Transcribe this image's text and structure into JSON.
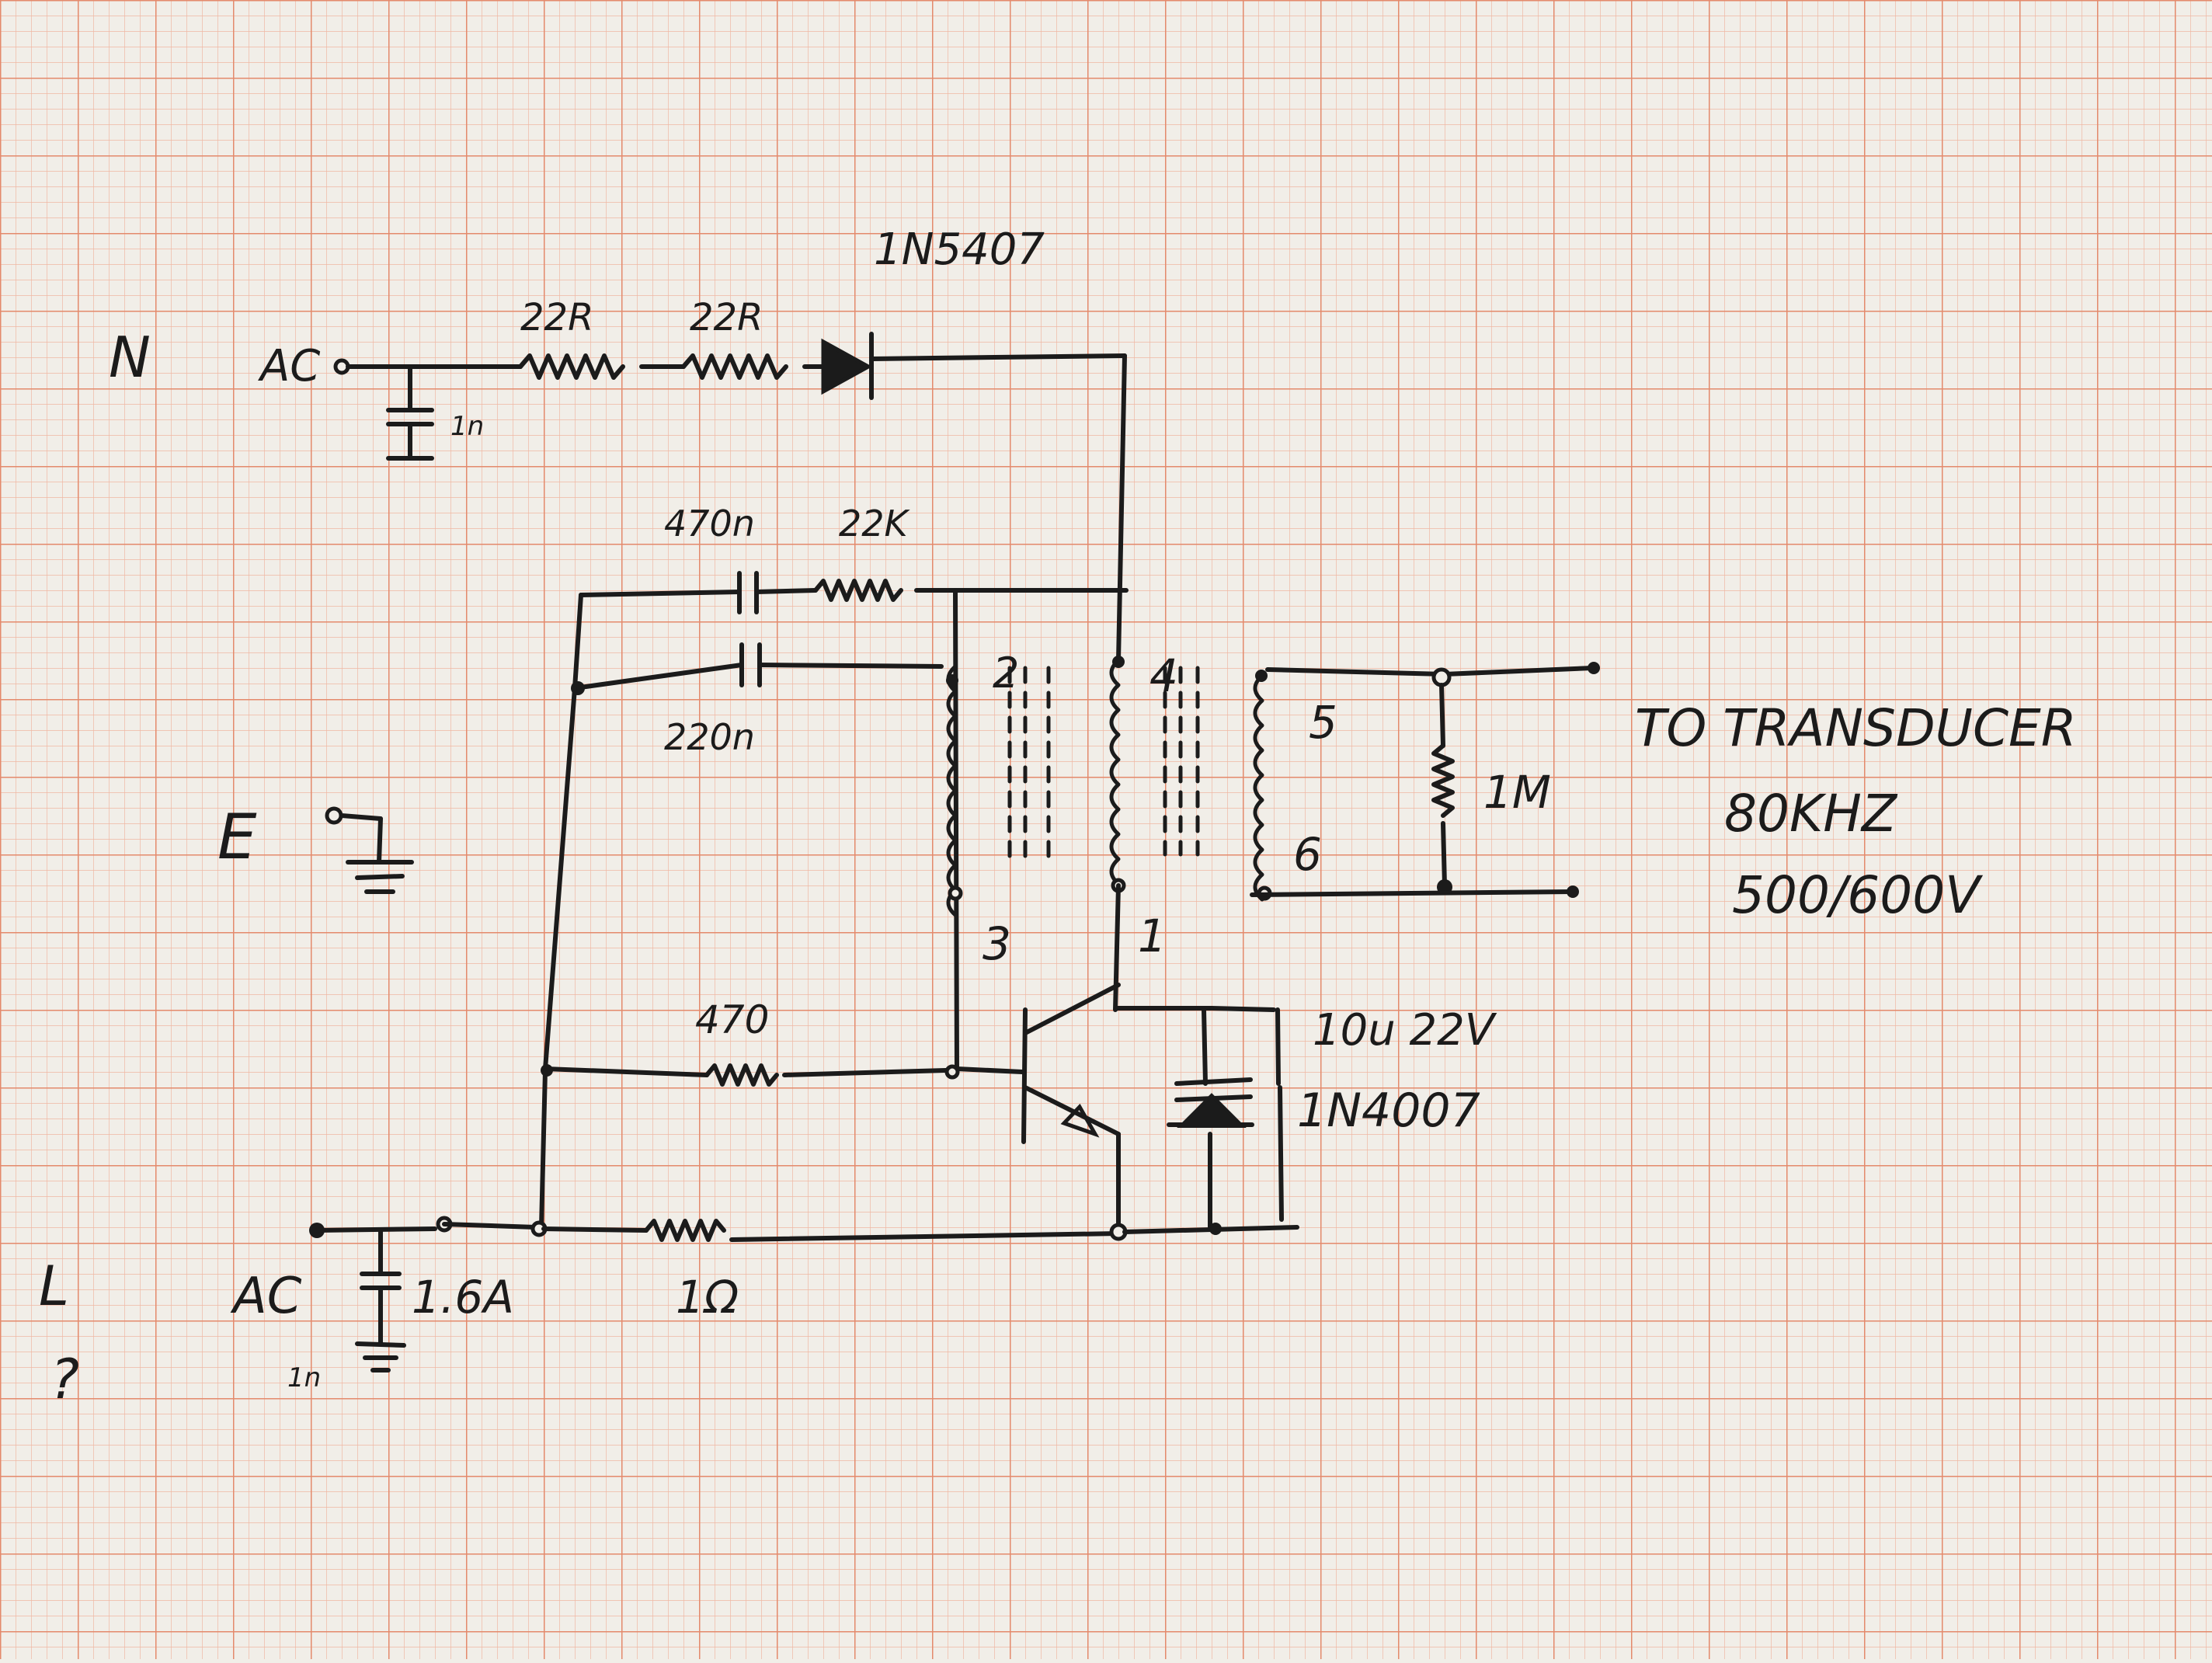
{
  "diagram": {
    "paper_colors": {
      "background": "#f1eee8",
      "grid_minor": "#f0b7a3",
      "grid_major": "#e48a6c",
      "ink": "#1b1b1b"
    },
    "labels": {
      "n": "N",
      "ac_top": "AC",
      "cap_1n_top": "1n",
      "r_22r_a": "22R",
      "r_22r_b": "22R",
      "diode_top": "1N5407",
      "cap_470n": "470n",
      "r_22k": "22K",
      "cap_220n": "220n",
      "earth": "E",
      "tx_pin2": "2",
      "tx_pin3": "3",
      "tx_pin4": "4",
      "tx_pin1": "1",
      "tx_pin5": "5",
      "tx_pin6": "6",
      "r_1m": "1M",
      "to_transducer": "TO TRANSDUCER",
      "freq": "80KHZ",
      "voltage": "500/600V",
      "r_470": "470",
      "cap_10u": "10u 22V",
      "diode_bottom": "1N4007",
      "l": "L",
      "question": "?",
      "ac_bottom": "AC",
      "fuse": "1.6A",
      "cap_1n_bottom": "1n",
      "r_1ohm": "1Ω"
    }
  }
}
